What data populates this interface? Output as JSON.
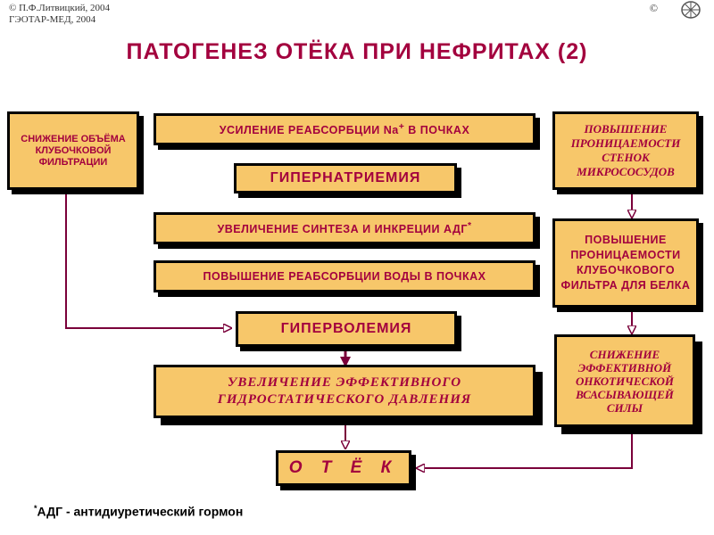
{
  "credits": {
    "line1": "© П.Ф.Литвицкий, 2004",
    "line2": "ГЭОТАР-МЕД, 2004",
    "copyright_symbol": "©"
  },
  "title": "ПАТОГЕНЕЗ  ОТЁКА  ПРИ  НЕФРИТАХ (2)",
  "boxes": {
    "left": "СНИЖЕНИЕ ОБЪЁМА КЛУБОЧКОВОЙ ФИЛЬТРАЦИИ",
    "na_reabsorption": "УСИЛЕНИЕ  РЕАБСОРБЦИИ  Na",
    "na_sup": "+",
    "na_suffix": "  В  ПОЧКАХ",
    "hypernatremia": "ГИПЕРНАТРИЕМИЯ",
    "adh_synthesis": "УВЕЛИЧЕНИЕ СИНТЕЗА  И  ИНКРЕЦИИ  АДГ",
    "adh_star": "*",
    "water_reabsorption": "ПОВЫШЕНИЕ  РЕАБСОРБЦИИ ВОДЫ  В  ПОЧКАХ",
    "hypervolemia": "ГИПЕРВОЛЕМИЯ",
    "hydrostatic": "УВЕЛИЧЕНИЕ  ЭФФЕКТИВНОГО ГИДРОСТАТИЧЕСКОГО  ДАВЛЕНИЯ",
    "edema": "О  Т  Ё  К",
    "microvessel": "ПОВЫШЕНИЕ ПРОНИЦАЕМОСТИ СТЕНОК МИКРОСОСУДОВ",
    "glomerular_filter": "ПОВЫШЕНИЕ ПРОНИЦАЕМОСТИ КЛУБОЧКОВОГО ФИЛЬТРА ДЛЯ БЕЛКА",
    "oncotic": "СНИЖЕНИЕ ЭФФЕКТИВНОЙ ОНКОТИЧЕСКОЙ ВСАСЫВАЮЩЕЙ СИЛЫ"
  },
  "footnote": {
    "star": "*",
    "text": "АДГ - антидиуретический гормон"
  },
  "colors": {
    "box_fill": "#f7c76a",
    "text": "#a3003e",
    "arrow": "#7a003a"
  }
}
